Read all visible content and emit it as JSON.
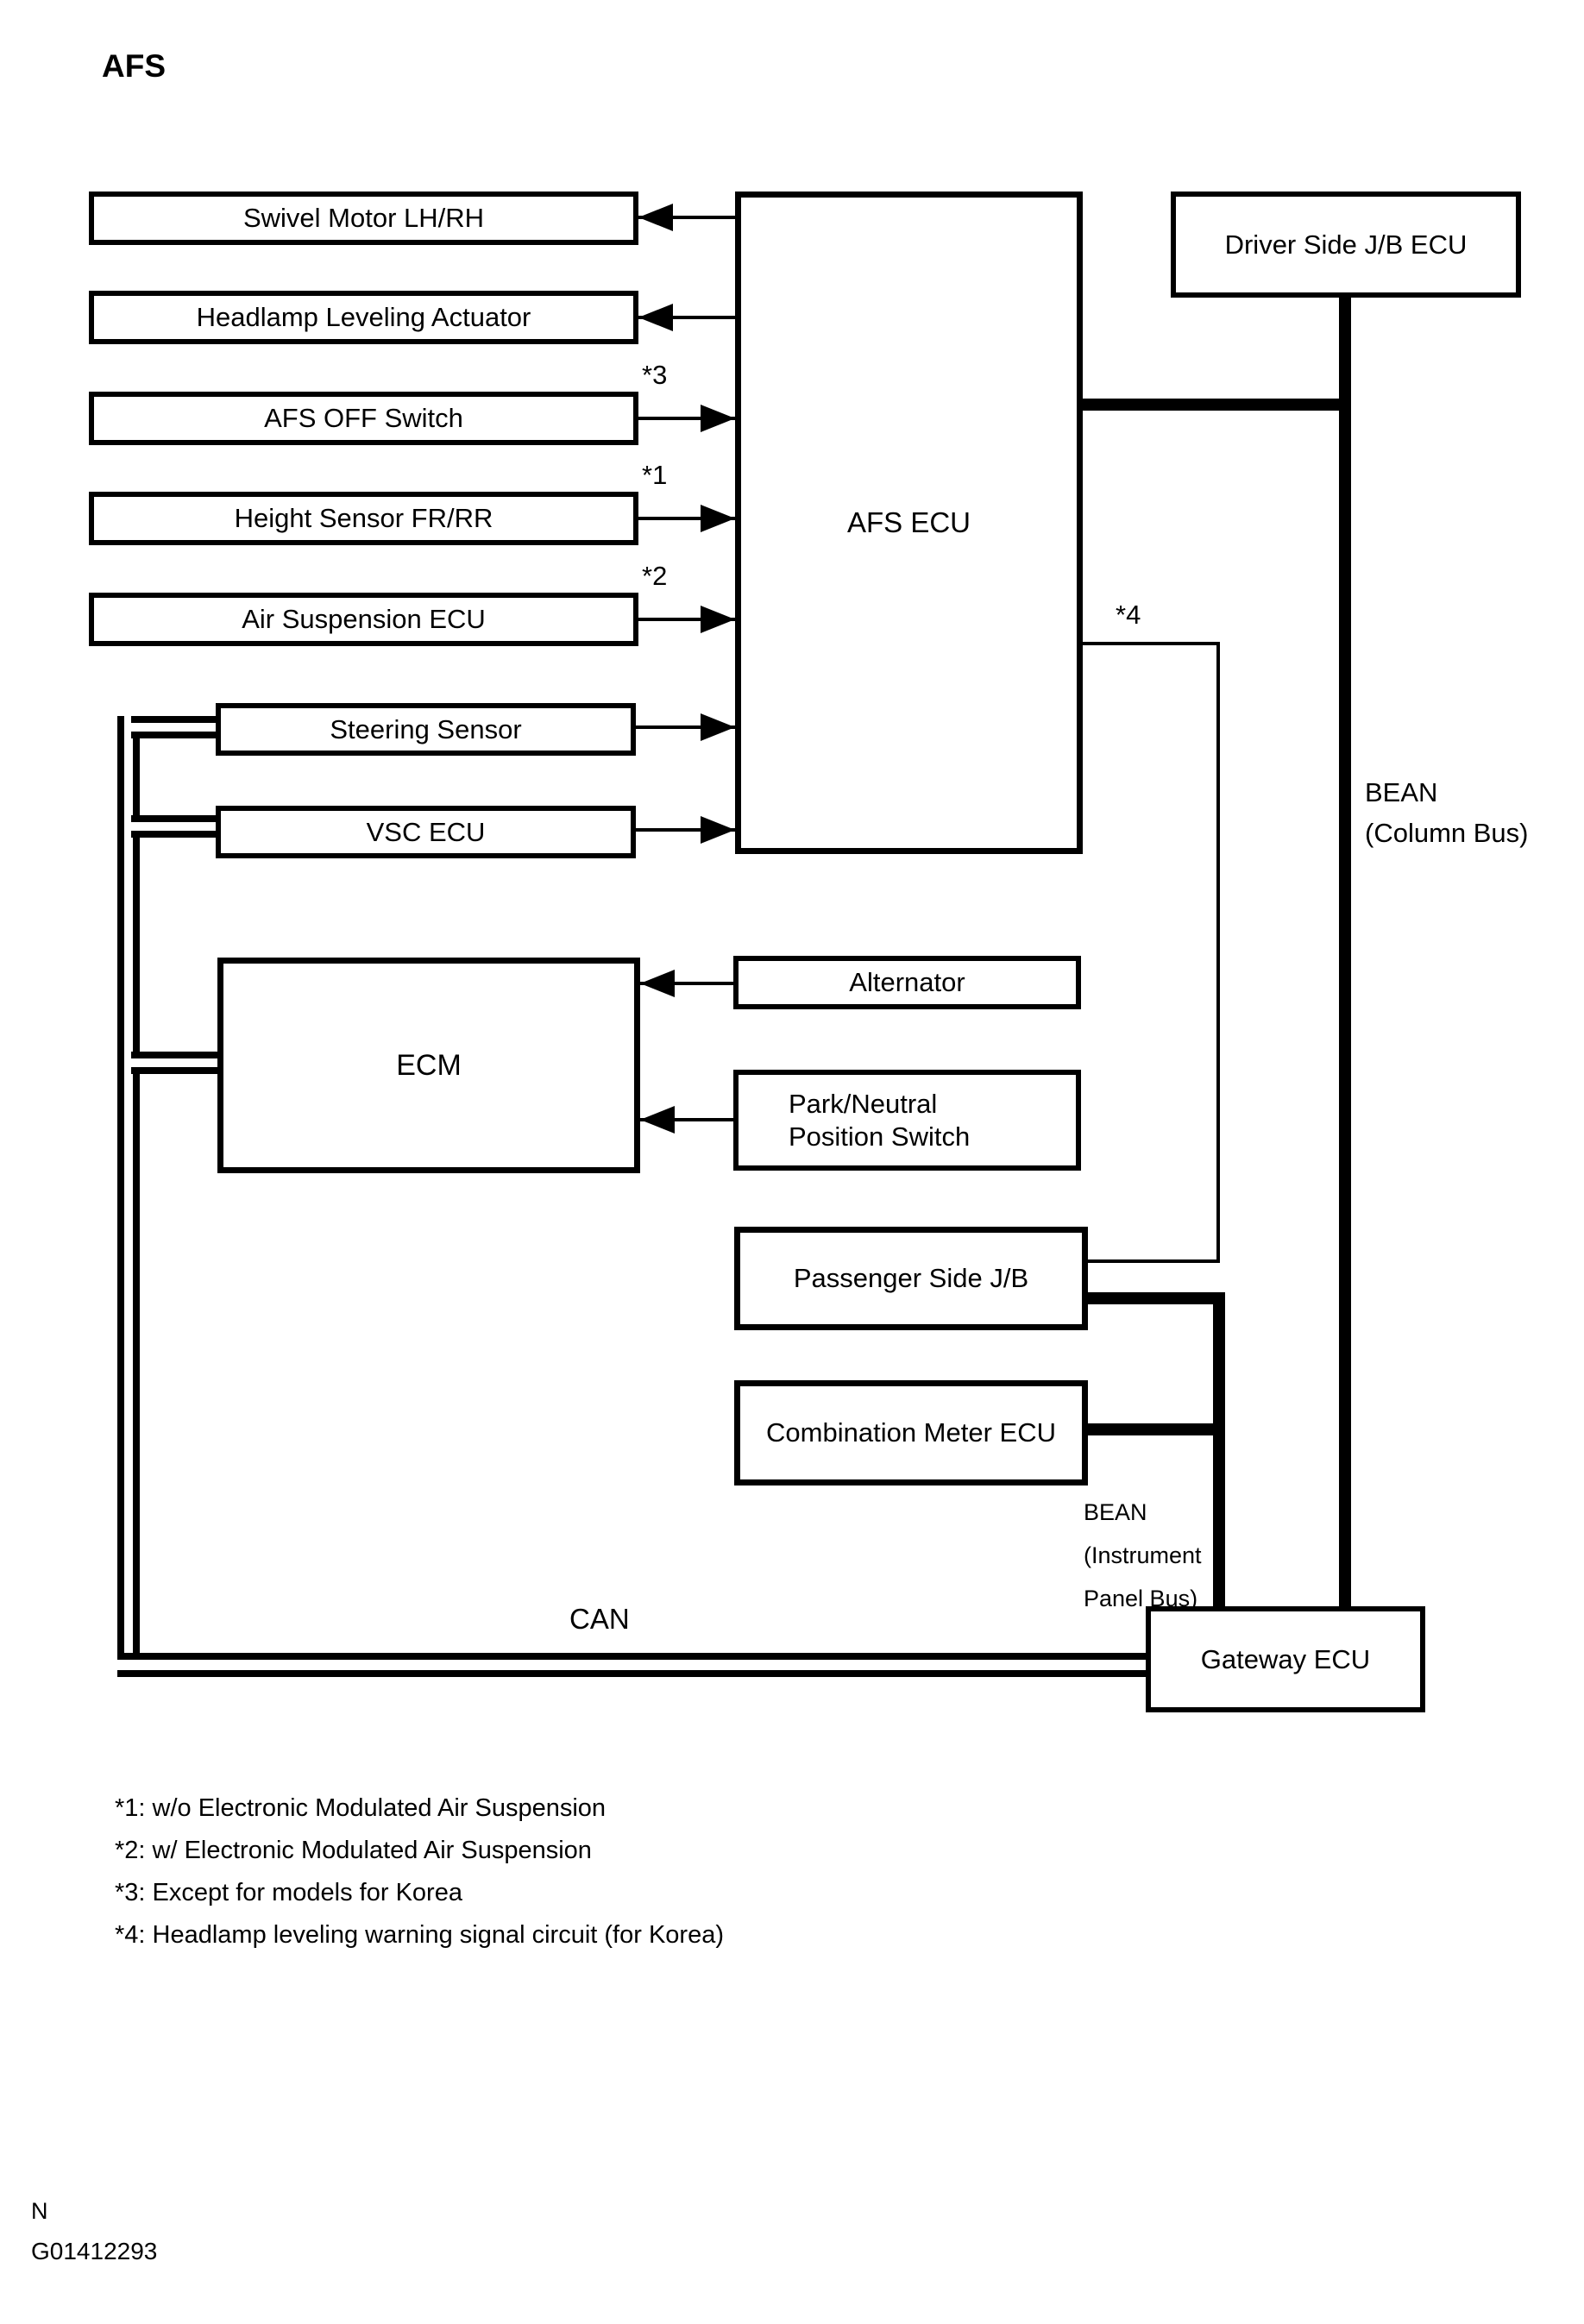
{
  "title": "AFS",
  "colors": {
    "ink": "#000000",
    "paper": "#ffffff"
  },
  "boxes": {
    "swivel_motor": "Swivel Motor LH/RH",
    "headlamp_leveling": "Headlamp Leveling Actuator",
    "afs_off_switch": "AFS OFF Switch",
    "height_sensor": "Height Sensor FR/RR",
    "air_suspension_ecu": "Air Suspension ECU",
    "steering_sensor": "Steering Sensor",
    "vsc_ecu": "VSC ECU",
    "ecm": "ECM",
    "afs_ecu": "AFS ECU",
    "driver_jb_ecu": "Driver Side J/B ECU",
    "alternator": "Alternator",
    "park_neutral_line1": "Park/Neutral",
    "park_neutral_line2": "Position Switch",
    "passenger_jb": "Passenger Side J/B",
    "combination_meter_ecu": "Combination Meter ECU",
    "gateway_ecu": "Gateway ECU"
  },
  "annotations": {
    "star1": "*1",
    "star2": "*2",
    "star3": "*3",
    "star4": "*4",
    "can": "CAN",
    "bean_column": {
      "line1": "BEAN",
      "line2": "(Column Bus)"
    },
    "bean_instrument": {
      "line1": "BEAN",
      "line2": "(Instrument",
      "line3": "Panel Bus)"
    }
  },
  "footnotes": [
    "*1: w/o Electronic Modulated Air Suspension",
    "*2: w/ Electronic Modulated Air Suspension",
    "*3: Except for models for Korea",
    "*4: Headlamp leveling warning signal circuit (for Korea)"
  ],
  "footer": {
    "note": "N",
    "figure_id": "G01412293"
  }
}
